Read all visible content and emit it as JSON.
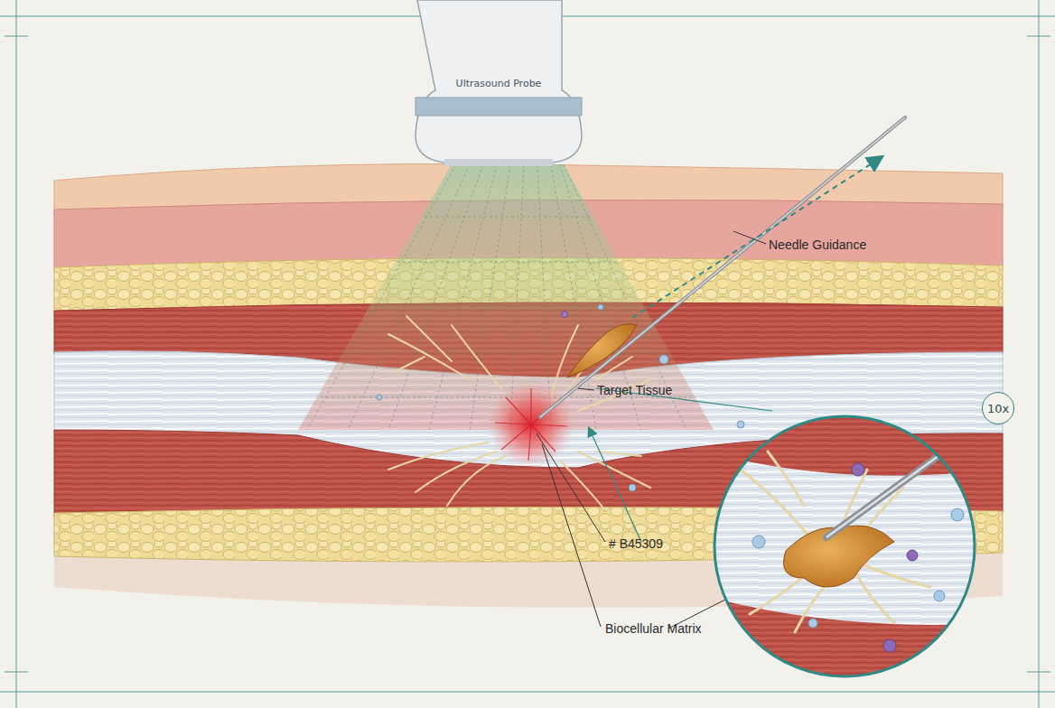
{
  "diagram": {
    "nodes": [
      {
        "text": [
          "Ultrasound Probe"
        ]
      },
      {
        "text": [
          "10x"
        ]
      }
    ],
    "labels": [
      "Needle Guidance",
      "Target Tissue",
      "# B45309",
      "Biocellular Matrix"
    ]
  }
}
